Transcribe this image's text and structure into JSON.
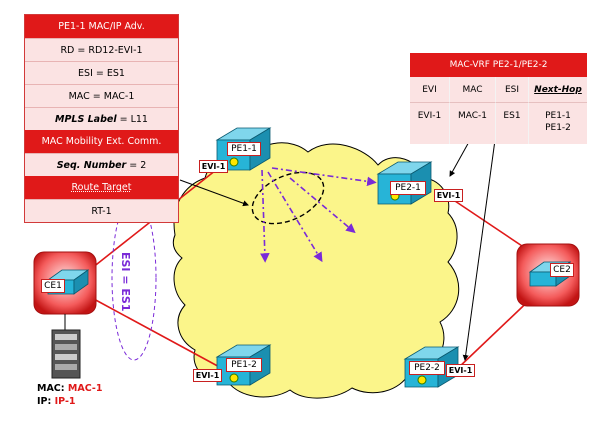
{
  "left_table": {
    "title": "PE1-1  MAC/IP Adv.",
    "rd": "RD = RD12-EVI-1",
    "esi": "ESI = ES1",
    "mac": "MAC = MAC-1",
    "mpls_label_key": "MPLS Label",
    "mpls_label_val": " = L11",
    "mobility": "MAC Mobility Ext. Comm.",
    "seq_key": "Seq. Number",
    "seq_val": " = 2",
    "route_target": "Route Target",
    "rt": "RT-1"
  },
  "vrf_table": {
    "title": "MAC-VRF PE2-1/PE2-2",
    "headers": [
      "EVI",
      "MAC",
      "ESI",
      "Next-Hop"
    ],
    "row": [
      "EVI-1",
      "MAC-1",
      "ES1",
      "PE1-1\nPE1-2"
    ]
  },
  "devices": {
    "pe11": "PE1-1",
    "pe12": "PE1-2",
    "pe21": "PE2-1",
    "pe22": "PE2-2",
    "ce1": "CE1",
    "ce2": "CE2"
  },
  "evi_label": "EVI-1",
  "esi_vertical": "ESI = ES1",
  "host": {
    "mac_key": "MAC:",
    "mac_val": "MAC-1",
    "ip_key": "IP:",
    "ip_val": "IP-1"
  },
  "colors": {
    "red": "#e01919",
    "pink": "#fbe3e3",
    "cloud": "#fbf58a",
    "router": "#27b4d7",
    "arrow": "#7a2ad8"
  }
}
